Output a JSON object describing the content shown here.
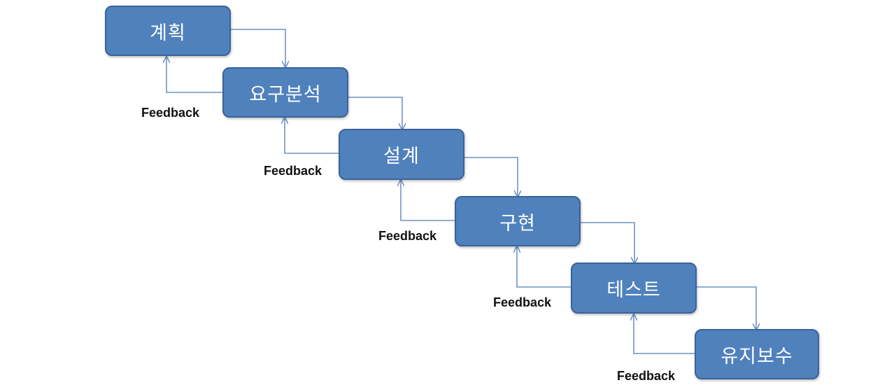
{
  "diagram": {
    "stages": [
      {
        "label": "계획"
      },
      {
        "label": "요구분석"
      },
      {
        "label": "설계"
      },
      {
        "label": "구현"
      },
      {
        "label": "테스트"
      },
      {
        "label": "유지보수"
      }
    ],
    "feedback_label": "Feedback",
    "colors": {
      "box_fill": "#4f81bd",
      "box_border": "#3a639a",
      "arrow": "#6f93c4",
      "text": "#ffffff"
    }
  }
}
